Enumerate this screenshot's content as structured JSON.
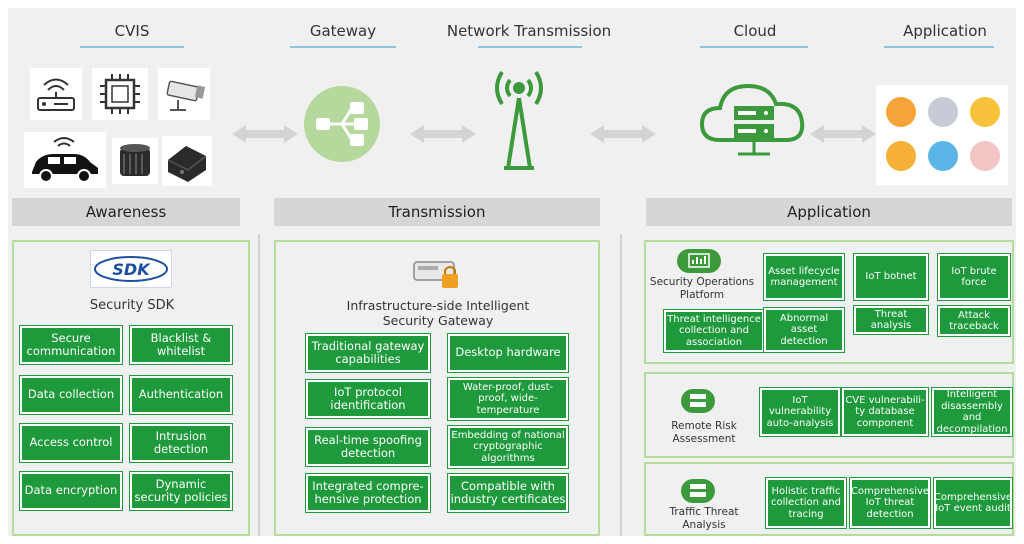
{
  "layers": {
    "cvis": "CVIS",
    "gateway": "Gateway",
    "network": "Network Transmission",
    "cloud": "Cloud",
    "application": "Application"
  },
  "sections": {
    "awareness": "Awareness",
    "transmission": "Transmission",
    "application": "Application"
  },
  "awareness": {
    "sdk_logo": "SDK",
    "title": "Security SDK",
    "items": [
      "Secure communication",
      "Blacklist & whitelist",
      "Data collection",
      "Authentication",
      "Access control",
      "Intrusion detection",
      "Data encryption",
      "Dynamic security policies"
    ]
  },
  "transmission": {
    "title_line1": "Infrastructure-side Intelligent",
    "title_line2": "Security Gateway",
    "items": [
      "Traditional gateway capabilities",
      "Desktop hardware",
      "IoT protocol identification",
      "Water-proof, dust-proof, wide-temperature",
      "Real-time spoofing detection",
      "Embedding of national cryptographic algorithms",
      "Integrated compre-hensive protection",
      "Compatible with industry certificates"
    ]
  },
  "application": {
    "soc": {
      "label": "Security Operations Platform",
      "items": [
        "Threat intelligence collection and association",
        "Asset lifecycle management",
        "Abnormal asset detection",
        "IoT botnet",
        "Threat analysis",
        "IoT brute force",
        "Attack traceback"
      ]
    },
    "risk": {
      "label": "Remote Risk Assessment",
      "items": [
        "IoT vulnerability auto-analysis",
        "CVE vulnerabili-ty database component",
        "Intelligent disassembly and decompilation"
      ]
    },
    "traffic": {
      "label": "Traffic Threat Analysis",
      "items": [
        "Holistic traffic collection and tracing",
        "Comprehensive IoT threat detection",
        "Comprehensive IoT event audit"
      ]
    }
  },
  "colors": {
    "green": "#1e9a3c",
    "light_green": "#b6dc9c",
    "header_gray": "#d6d6d6",
    "accent_blue_line": "#8ac4dd"
  },
  "icons": [
    "router-icon",
    "chip-icon",
    "camera-icon",
    "connected-car-icon",
    "lidar-icon",
    "box-device-icon",
    "gateway-hub-icon",
    "antenna-tower-icon",
    "cloud-server-icon",
    "app-icons"
  ]
}
